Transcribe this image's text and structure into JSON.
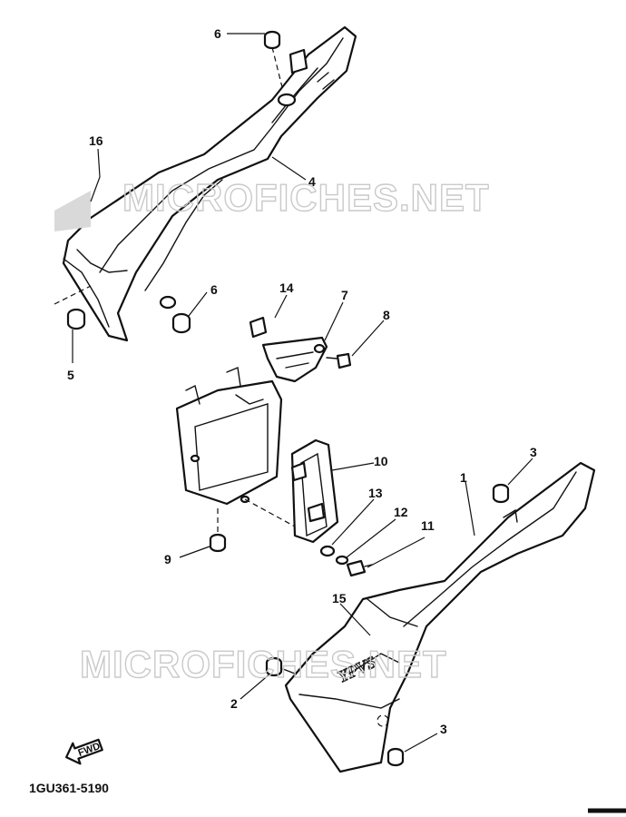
{
  "watermark_text": "MICROFICHES.NET",
  "part_number": "1GU361-5190",
  "fwd_label": "FWD",
  "cover_logo": "YPVS",
  "callouts": [
    {
      "id": "c1",
      "label": "1"
    },
    {
      "id": "c2",
      "label": "2"
    },
    {
      "id": "c3a",
      "label": "3"
    },
    {
      "id": "c3b",
      "label": "3"
    },
    {
      "id": "c4",
      "label": "4"
    },
    {
      "id": "c5",
      "label": "5"
    },
    {
      "id": "c6a",
      "label": "6"
    },
    {
      "id": "c6b",
      "label": "6"
    },
    {
      "id": "c7",
      "label": "7"
    },
    {
      "id": "c8",
      "label": "8"
    },
    {
      "id": "c9",
      "label": "9"
    },
    {
      "id": "c10",
      "label": "10"
    },
    {
      "id": "c11",
      "label": "11"
    },
    {
      "id": "c12",
      "label": "12"
    },
    {
      "id": "c13",
      "label": "13"
    },
    {
      "id": "c14",
      "label": "14"
    },
    {
      "id": "c15",
      "label": "15"
    },
    {
      "id": "c16",
      "label": "16"
    }
  ]
}
